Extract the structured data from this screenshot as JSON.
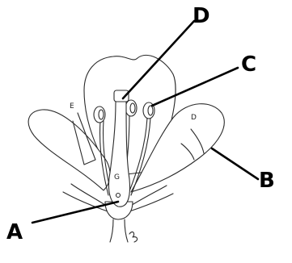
{
  "labels": {
    "a": "A",
    "b": "B",
    "c": "C",
    "d": "D",
    "g": "G",
    "e": "E",
    "petal_d": "D"
  },
  "colors": {
    "line": "#000000",
    "sketch": "#2b2b2b",
    "background": "#ffffff"
  }
}
